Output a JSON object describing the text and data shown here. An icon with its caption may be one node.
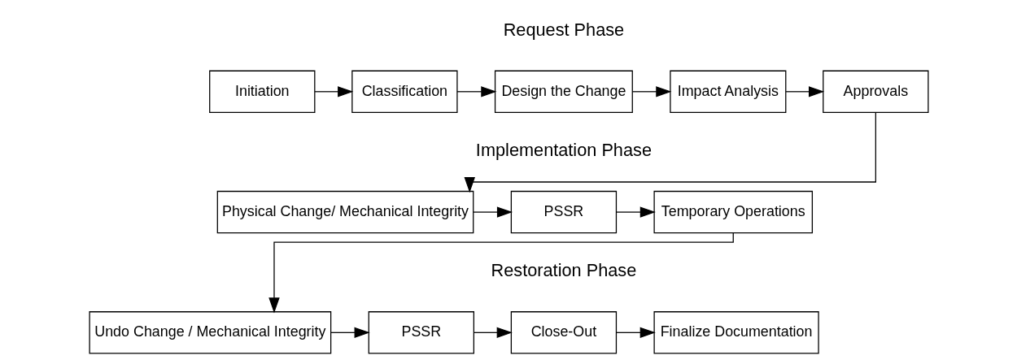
{
  "diagram": {
    "nodes": [
      {
        "text": [
          "Initiation"
        ]
      },
      {
        "text": [
          "Classification"
        ]
      },
      {
        "text": [
          "Design the Change"
        ]
      },
      {
        "text": [
          "Impact Analysis"
        ]
      },
      {
        "text": [
          "Approvals"
        ]
      },
      {
        "text": [
          "Physical Change/ Mechanical Integrity"
        ]
      },
      {
        "text": [
          "PSSR"
        ]
      },
      {
        "text": [
          "Temporary Operations"
        ]
      },
      {
        "text": [
          "Undo Change / Mechanical Integrity"
        ]
      },
      {
        "text": [
          "PSSR"
        ]
      },
      {
        "text": [
          "Close-Out"
        ]
      },
      {
        "text": [
          "Finalize Documentation"
        ]
      }
    ],
    "edges": [
      {
        "from": 0,
        "to": 1,
        "arrow": "to"
      },
      {
        "from": 1,
        "to": 2,
        "arrow": "to"
      },
      {
        "from": 2,
        "to": 3,
        "arrow": "to"
      },
      {
        "from": 3,
        "to": 4,
        "arrow": "to"
      },
      {
        "from": 4,
        "to": 5,
        "arrow": "to"
      },
      {
        "from": 5,
        "to": 6,
        "arrow": "to"
      },
      {
        "from": 6,
        "to": 7,
        "arrow": "to"
      },
      {
        "from": 7,
        "to": 8,
        "arrow": "to"
      },
      {
        "from": 8,
        "to": 9,
        "arrow": "to"
      },
      {
        "from": 9,
        "to": 10,
        "arrow": "to"
      },
      {
        "from": 10,
        "to": 11,
        "arrow": "to"
      }
    ],
    "labels": [
      "Request Phase",
      "Implementation Phase",
      "Restoration Phase"
    ]
  }
}
